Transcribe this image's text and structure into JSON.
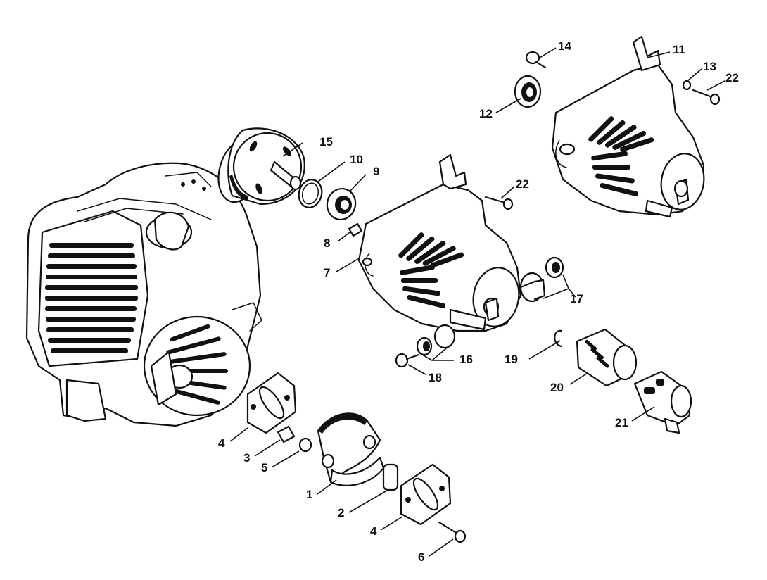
{
  "diagram": {
    "callouts": {
      "c1": "1",
      "c2": "2",
      "c3": "3",
      "c4a": "4",
      "c4b": "4",
      "c5": "5",
      "c6": "6",
      "c7": "7",
      "c8": "8",
      "c9": "9",
      "c10": "10",
      "c11": "11",
      "c12": "12",
      "c13": "13",
      "c14": "14",
      "c15": "15",
      "c16": "16",
      "c17": "17",
      "c18": "18",
      "c19": "19",
      "c20": "20",
      "c21": "21",
      "c22a": "22",
      "c22b": "22"
    }
  }
}
